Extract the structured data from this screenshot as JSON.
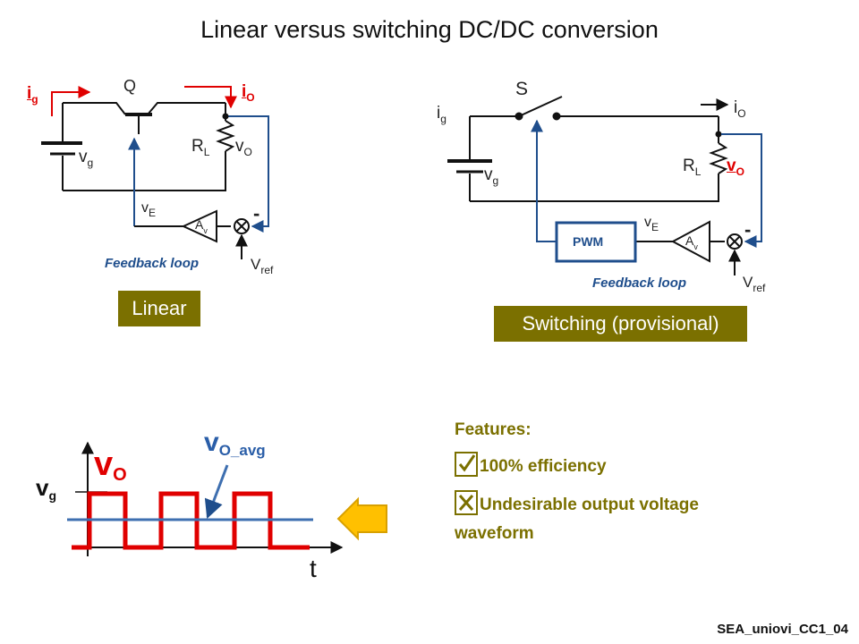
{
  "title": "Linear versus switching DC/DC conversion",
  "linear": {
    "ig": "i",
    "ig_sub": "g",
    "q": "Q",
    "io": "i",
    "io_sub": "O",
    "rl": "R",
    "rl_sub": "L",
    "vo": "v",
    "vo_sub": "O",
    "vg": "v",
    "vg_sub": "g",
    "ve": "v",
    "ve_sub": "E",
    "av": "A",
    "av_sub": "v",
    "minus": "-",
    "vref": "V",
    "vref_sub": "ref",
    "feedback": "Feedback loop",
    "box": "Linear"
  },
  "switching": {
    "s": "S",
    "ig": "i",
    "ig_sub": "g",
    "io": "i",
    "io_sub": "O",
    "rl": "R",
    "rl_sub": "L",
    "vo": "v",
    "vo_sub": "O",
    "vg": "v",
    "vg_sub": "g",
    "ve": "v",
    "ve_sub": "E",
    "av": "A",
    "av_sub": "v",
    "pwm": "PWM",
    "minus": "-",
    "vref": "V",
    "vref_sub": "ref",
    "feedback": "Feedback loop",
    "box": "Switching (provisional)"
  },
  "waveform": {
    "vo_avg": "v",
    "vo_avg_sub": "O_avg",
    "vo": "v",
    "vo_sub": "O",
    "vg": "v",
    "vg_sub": "g",
    "t": "t"
  },
  "features": {
    "heading": "Features:",
    "item1": "100% efficiency",
    "item2": "Undesirable output voltage waveform"
  },
  "footer": "SEA_uniovi_CC1_04",
  "colors": {
    "olive": "#7b7000",
    "red": "#e00000",
    "blue": "#1f4e8c",
    "arrow": "#ffc000"
  }
}
